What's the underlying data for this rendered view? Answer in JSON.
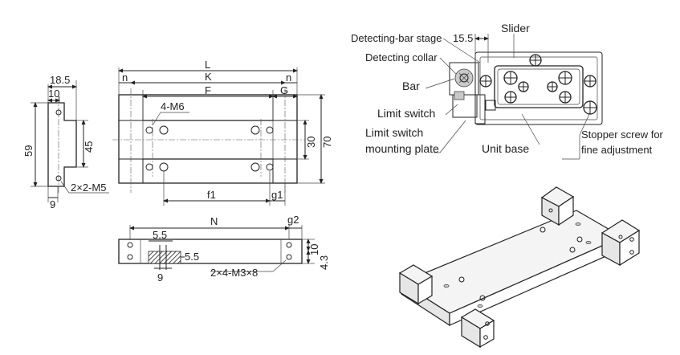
{
  "top_view": {
    "dims": {
      "L": "L",
      "K": "K",
      "F": "F",
      "n_left": "n",
      "n_right": "n",
      "G": "G",
      "f1": "f1",
      "g1": "g1",
      "d30": "30",
      "d70": "70",
      "holes": "4-M6"
    }
  },
  "side_view": {
    "dims": {
      "d18_5": "18.5",
      "d10": "10",
      "d59": "59",
      "d45": "45",
      "d9": "9",
      "taps": "2×2-M5"
    }
  },
  "front_view": {
    "dims": {
      "N": "N",
      "g2": "g2",
      "d5_5a": "5.5",
      "d5_5b": "5.5",
      "d10": "10",
      "d4_3": "4.3",
      "d9": "9",
      "taps": "2×4-M3×8"
    }
  },
  "assembly": {
    "dim_15_5": "15.5",
    "labels": {
      "detecting_bar_stage": "Detecting-bar stage",
      "detecting_collar": "Detecting collar",
      "bar": "Bar",
      "limit_switch": "Limit switch",
      "limit_switch_plate_1": "Limit switch",
      "limit_switch_plate_2": "mounting plate",
      "slider": "Slider",
      "unit_base": "Unit base",
      "stopper_1": "Stopper screw for",
      "stopper_2": "fine adjustment"
    }
  }
}
